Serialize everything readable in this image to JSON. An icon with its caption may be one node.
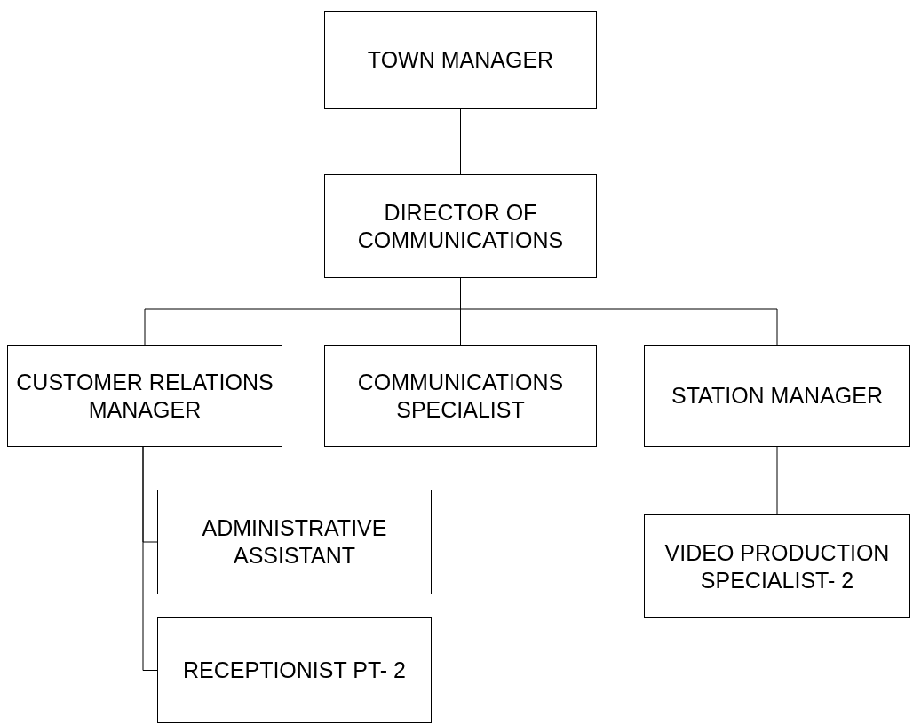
{
  "diagram": {
    "nodes": [
      {
        "text": [
          "TOWN MANAGER"
        ]
      },
      {
        "text": [
          "DIRECTOR OF COMMUNICATIONS"
        ]
      },
      {
        "text": [
          "CUSTOMER RELATIONS MANAGER"
        ]
      },
      {
        "text": [
          "COMMUNICATIONS SPECIALIST"
        ]
      },
      {
        "text": [
          "STATION MANAGER"
        ]
      },
      {
        "text": [
          "ADMINISTRATIVE ASSISTANT"
        ]
      },
      {
        "text": [
          "RECEPTIONIST PT- 2"
        ]
      },
      {
        "text": [
          "VIDEO PRODUCTION SPECIALIST- 2"
        ]
      }
    ],
    "edges": [
      {
        "from": 0,
        "to": 1,
        "arrow": "none"
      },
      {
        "from": 1,
        "to": 2,
        "arrow": "none"
      },
      {
        "from": 1,
        "to": 3,
        "arrow": "none"
      },
      {
        "from": 1,
        "to": 4,
        "arrow": "none"
      },
      {
        "from": 2,
        "to": 5,
        "arrow": "none"
      },
      {
        "from": 2,
        "to": 6,
        "arrow": "none"
      },
      {
        "from": 4,
        "to": 7,
        "arrow": "none"
      }
    ]
  }
}
